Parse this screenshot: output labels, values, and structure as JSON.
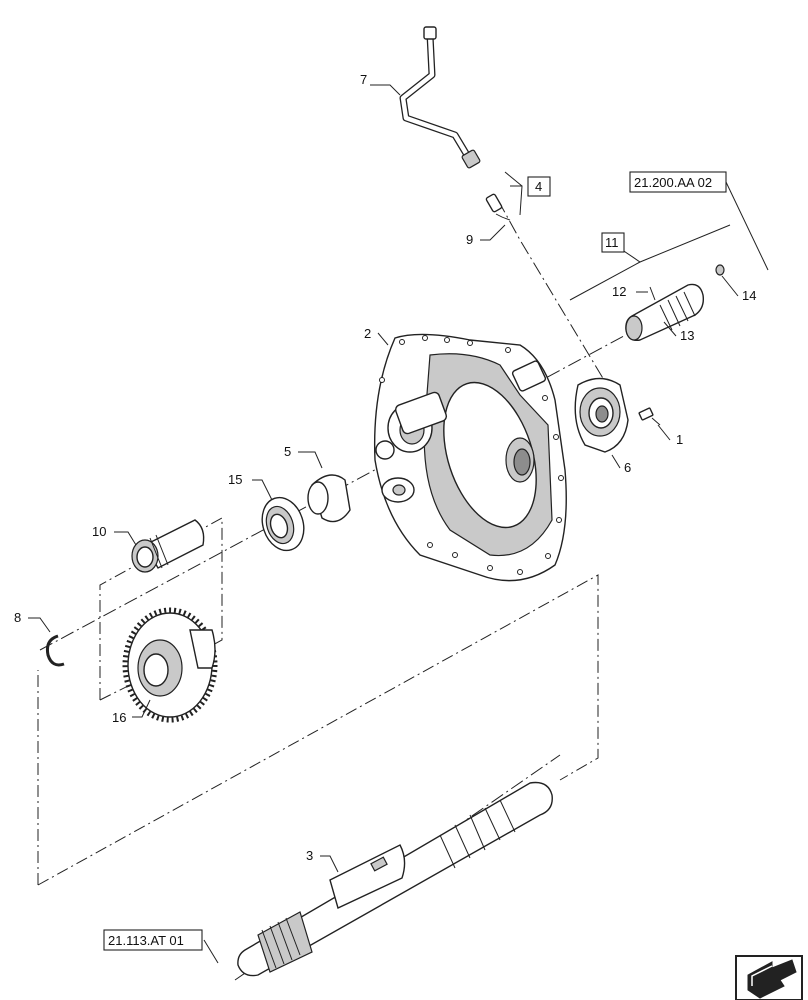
{
  "callouts": {
    "c1": "1",
    "c2": "2",
    "c3": "3",
    "c4": "4",
    "c5": "5",
    "c6": "6",
    "c7": "7",
    "c8": "8",
    "c9": "9",
    "c10": "10",
    "c11": "11",
    "c12": "12",
    "c13": "13",
    "c14": "14",
    "c15": "15",
    "c16": "16"
  },
  "references": {
    "top_right": "21.200.AA 02",
    "bottom_left": "21.113.AT 01"
  },
  "icons": {
    "corner": "next-page-arrow-icon"
  }
}
